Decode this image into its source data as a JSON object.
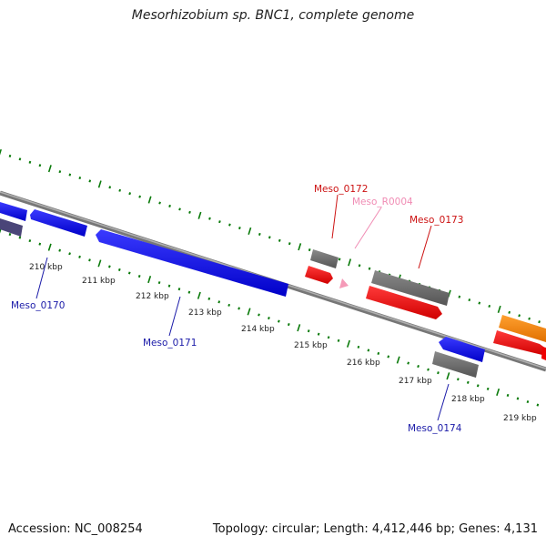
{
  "title": "Mesorhizobium sp. BNC1, complete genome",
  "footer": {
    "accession": "Accession: NC_008254",
    "stats": "Topology: circular; Length: 4,412,446 bp; Genes: 4,131"
  },
  "ticks": [
    "210 kbp",
    "211 kbp",
    "212 kbp",
    "213 kbp",
    "214 kbp",
    "215 kbp",
    "216 kbp",
    "217 kbp",
    "218 kbp",
    "219 kbp"
  ],
  "gene_labels": [
    {
      "id": "meso0170",
      "text": "Meso_0170",
      "color": "#1a1aa8"
    },
    {
      "id": "meso0171",
      "text": "Meso_0171",
      "color": "#1a1aa8"
    },
    {
      "id": "meso0172",
      "text": "Meso_0172",
      "color": "#cc1111"
    },
    {
      "id": "mesoR0004",
      "text": "Meso_R0004",
      "color": "#f08cb4"
    },
    {
      "id": "meso0173",
      "text": "Meso_0173",
      "color": "#cc1111"
    },
    {
      "id": "meso0174",
      "text": "Meso_0174",
      "color": "#1a1aa8"
    }
  ],
  "colors": {
    "backbone": "#8a8a8a",
    "tick": "#0a7a0a",
    "cds_forward": "#ee0000",
    "cds_reverse": "#0000ee",
    "gray_feature": "#666666",
    "rna": "#f59ab8",
    "orange_feature": "#ff8800",
    "purple_feature": "#55507a"
  }
}
